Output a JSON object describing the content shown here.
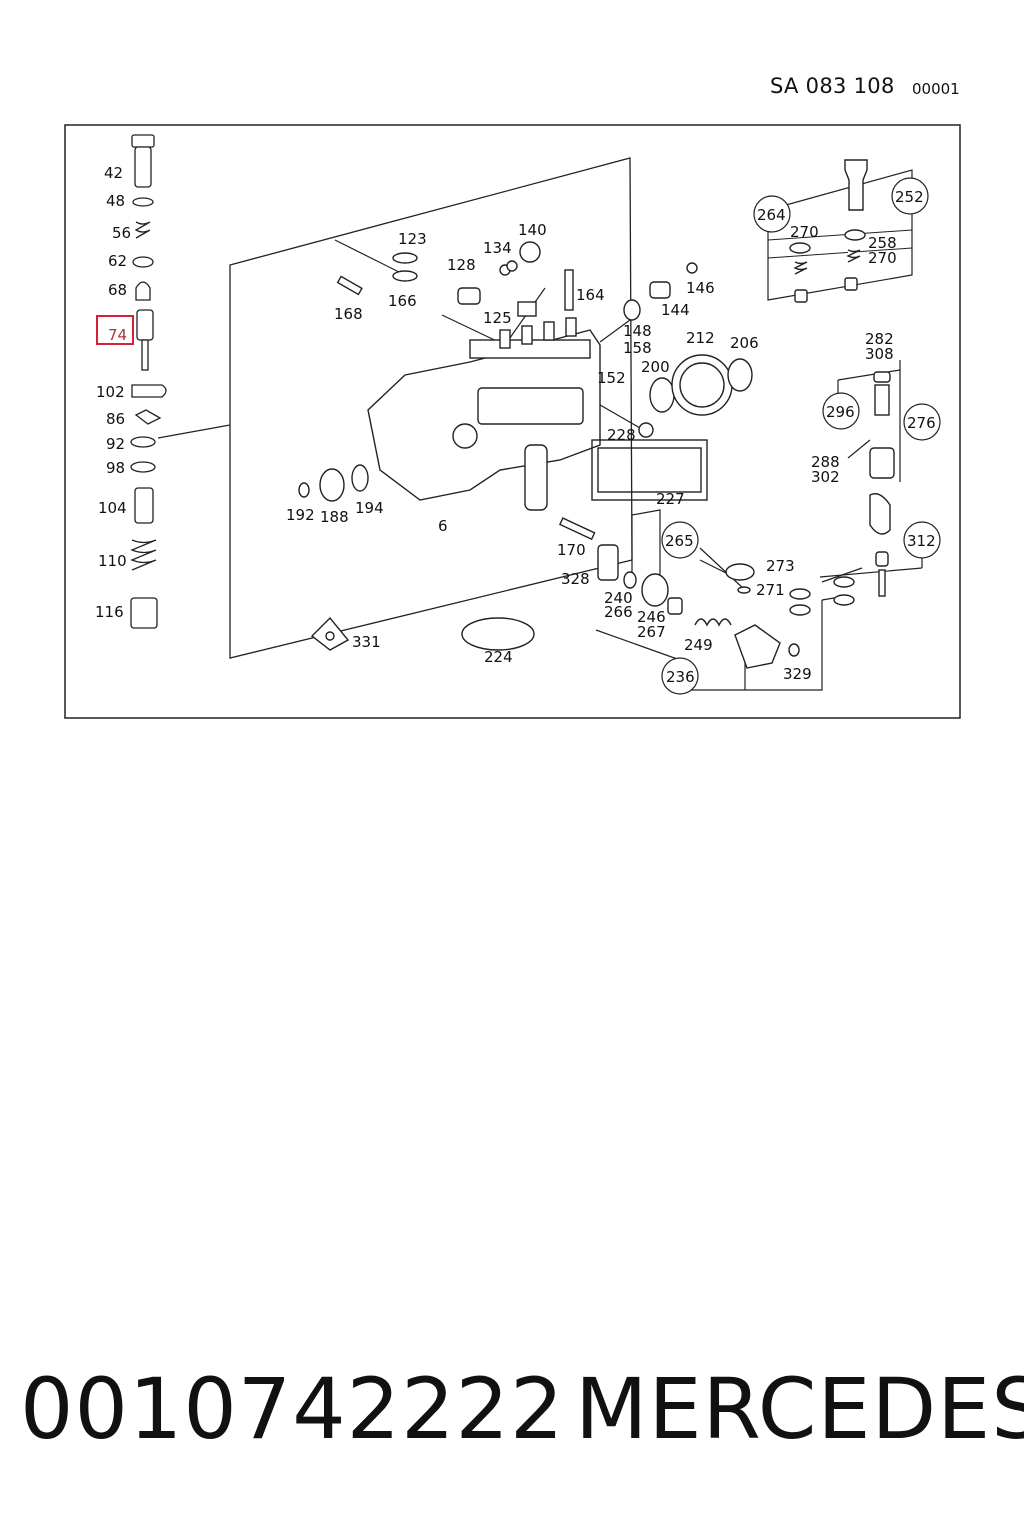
{
  "header": {
    "sheet_code": "SA 083 108",
    "sheet_number": "00001"
  },
  "diagram": {
    "highlight_color": "#d6203a",
    "highlighted_label": "74",
    "labels": [
      "42",
      "48",
      "56",
      "62",
      "68",
      "74",
      "102",
      "86",
      "92",
      "98",
      "104",
      "110",
      "116",
      "123",
      "140",
      "134",
      "128",
      "166",
      "168",
      "164",
      "125",
      "146",
      "144",
      "148",
      "158",
      "212",
      "206",
      "152",
      "200",
      "228",
      "227",
      "192",
      "188",
      "194",
      "6",
      "170",
      "328",
      "240",
      "266",
      "246",
      "267",
      "224",
      "331",
      "249",
      "236",
      "329",
      "273",
      "271",
      "265",
      "264",
      "252",
      "270",
      "258",
      "282",
      "308",
      "296",
      "276",
      "288",
      "302",
      "312"
    ]
  },
  "footer": {
    "part_number": "0010742222",
    "brand": "MERCEDES"
  }
}
